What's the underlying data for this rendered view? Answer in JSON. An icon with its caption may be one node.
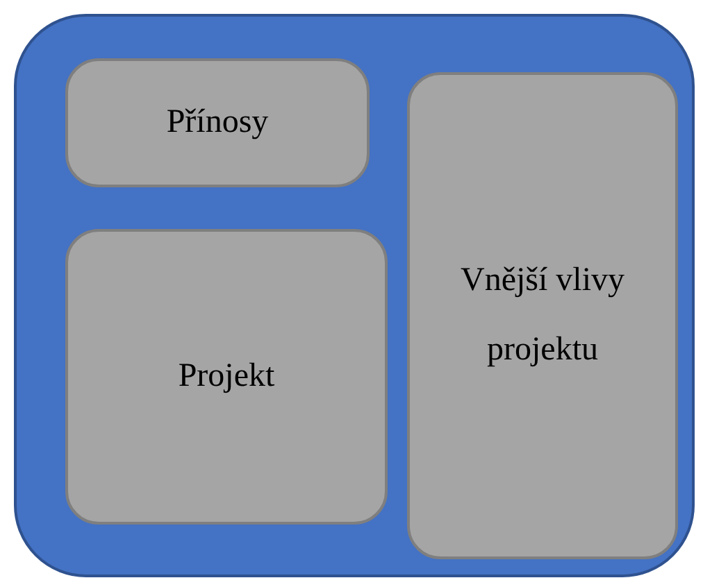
{
  "diagram": {
    "nodes": [
      {
        "text": [],
        "shape": "box"
      },
      {
        "text": [
          "Přínosy"
        ],
        "in": 0
      },
      {
        "text": [
          "Projekt"
        ],
        "in": 0
      },
      {
        "text": [
          "Vnější vlivy projektu"
        ],
        "in": 0
      }
    ]
  }
}
